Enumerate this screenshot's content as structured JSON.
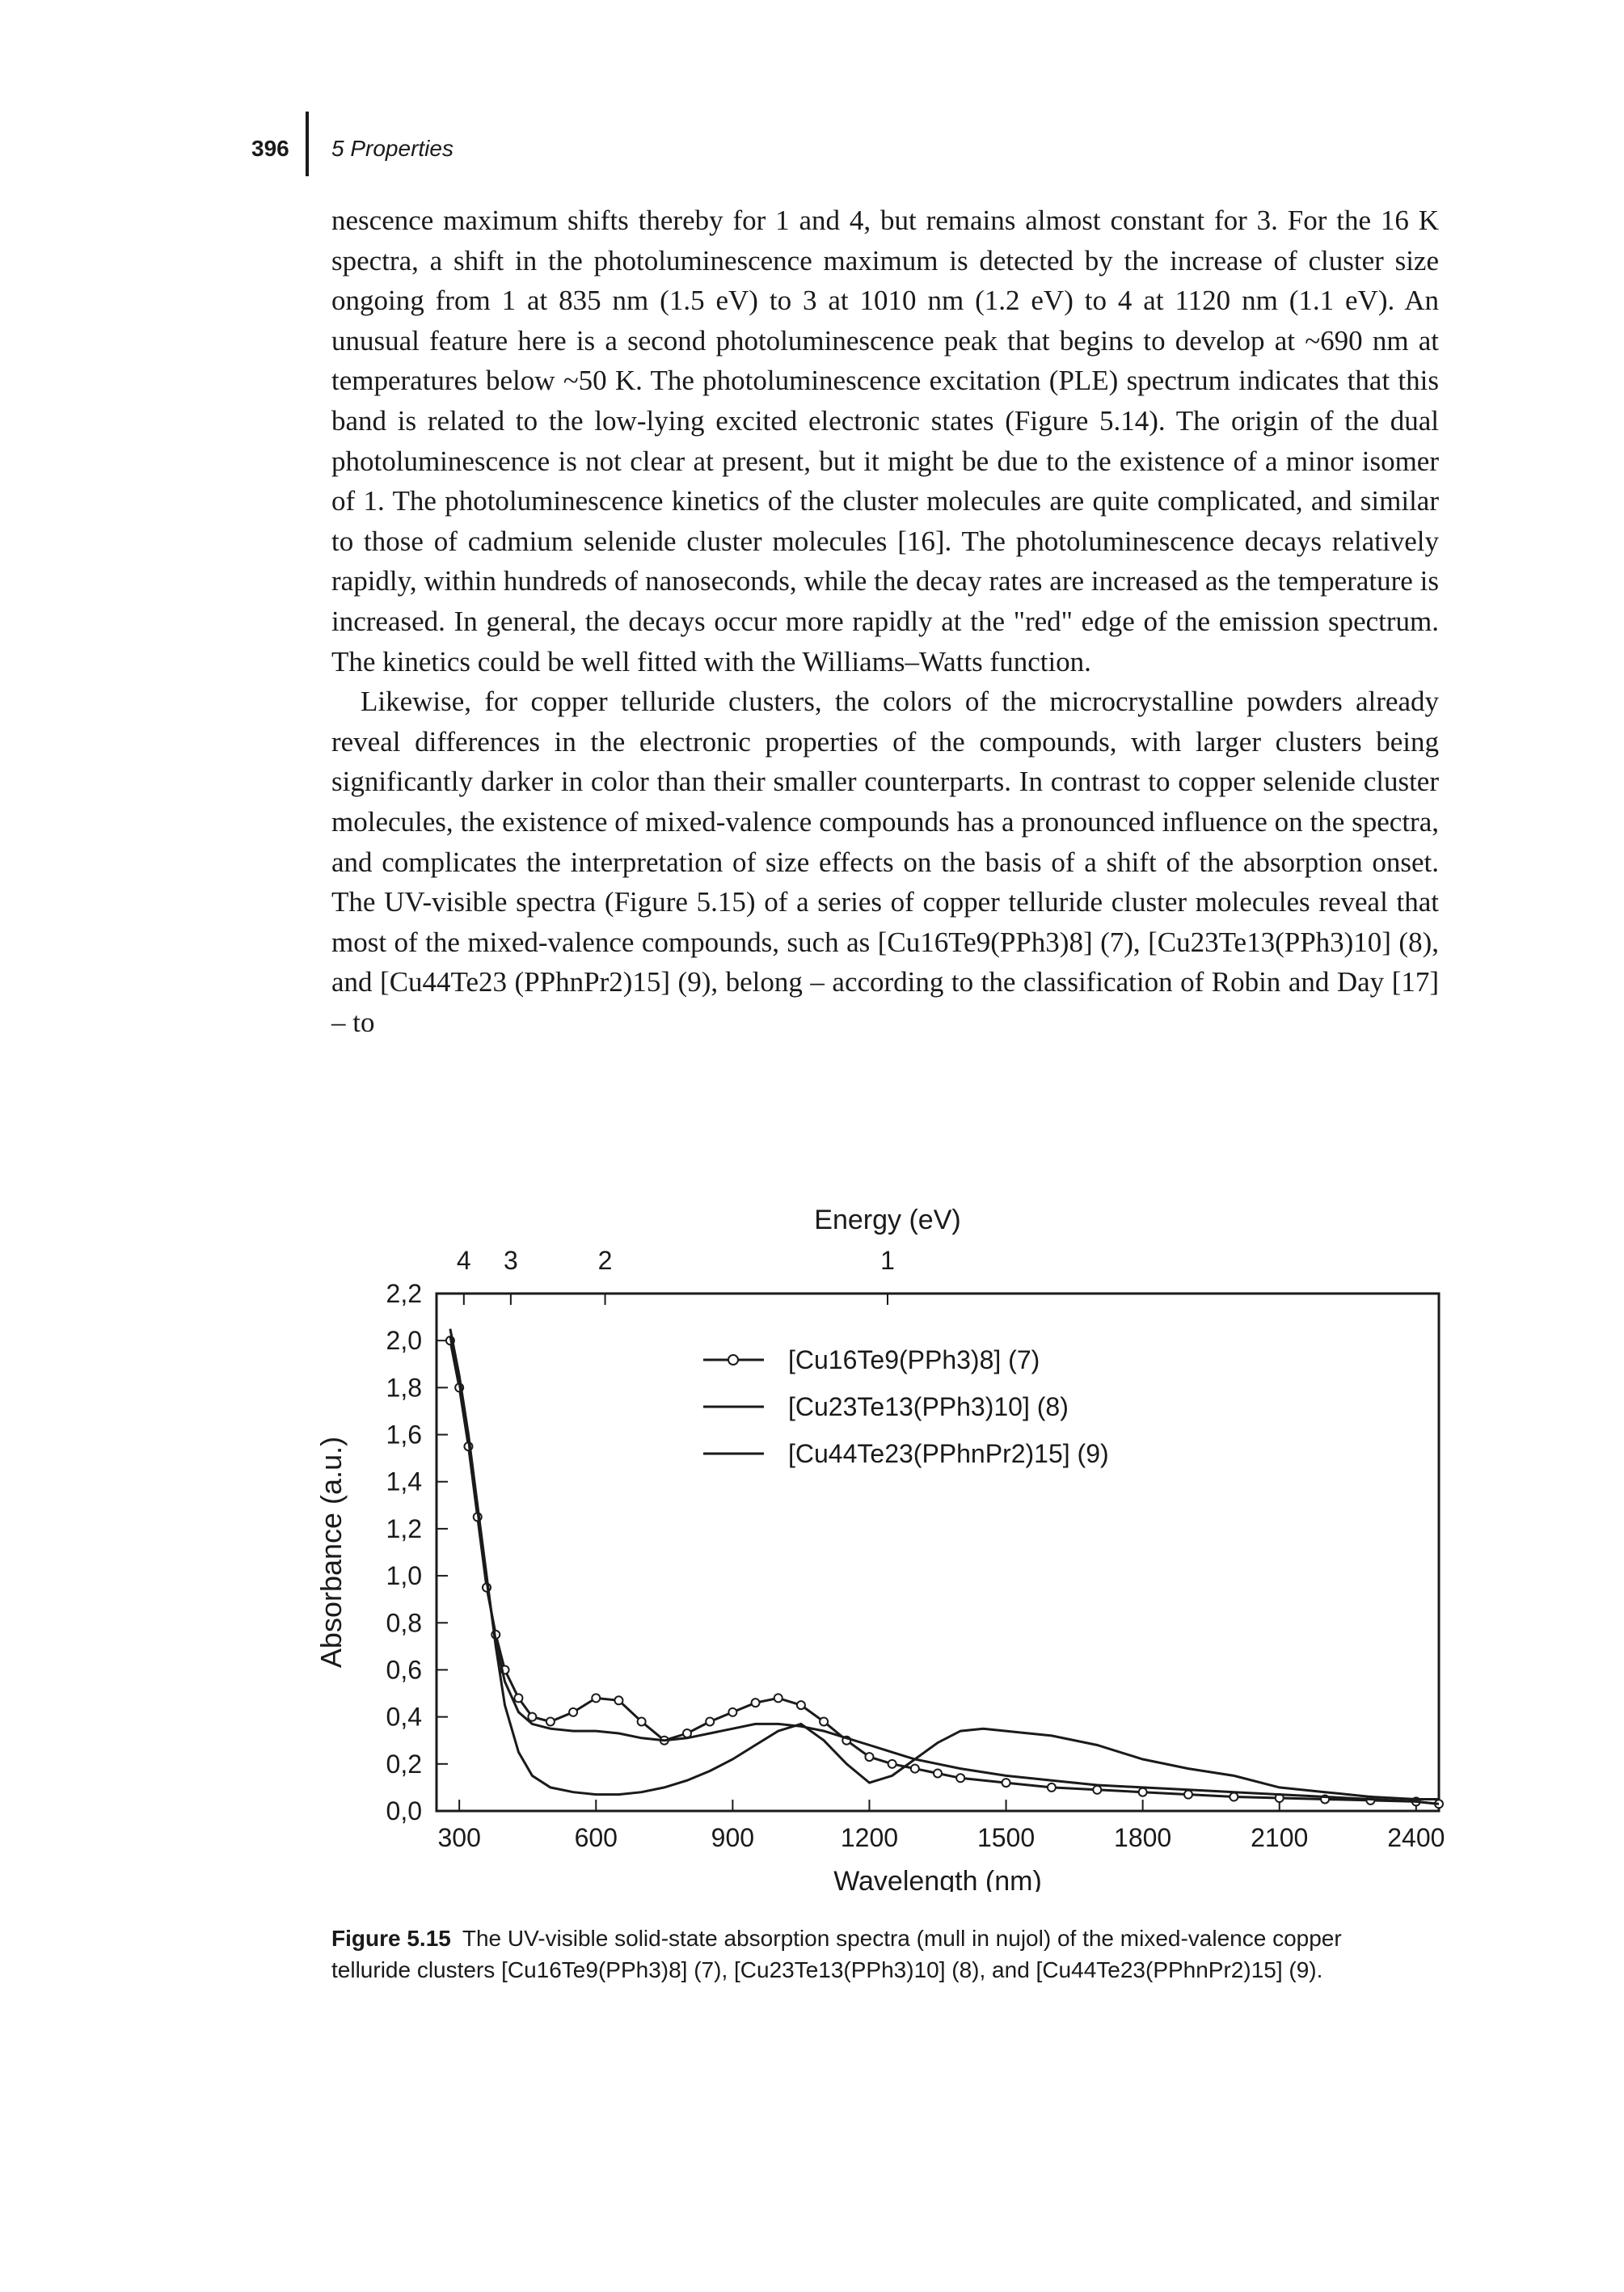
{
  "header": {
    "page_number": "396",
    "chapter": "5 Properties"
  },
  "paragraphs": [
    "nescence maximum shifts thereby for 1 and 4, but remains almost constant for 3. For the 16 K spectra, a shift in the photoluminescence maximum is detected by the increase of cluster size ongoing from 1 at 835 nm (1.5 eV) to 3 at 1010 nm (1.2 eV) to 4 at 1120 nm (1.1 eV). An unusual feature here is a second photoluminescence peak that begins to develop at ~690 nm at temperatures below ~50 K. The photoluminescence excitation (PLE) spectrum indicates that this band is related to the low-lying excited electronic states (Figure 5.14). The origin of the dual photoluminescence is not clear at present, but it might be due to the existence of a minor isomer of 1. The photoluminescence kinetics of the cluster molecules are quite complicated, and similar to those of cadmium selenide cluster molecules [16]. The photoluminescence decays relatively rapidly, within hundreds of nanoseconds, while the decay rates are increased as the temperature is increased. In general, the decays occur more rapidly at the \"red\" edge of the emission spectrum. The kinetics could be well fitted with the Williams–Watts function.",
    "Likewise, for copper telluride clusters, the colors of the microcrystalline powders already reveal differences in the electronic properties of the compounds, with larger clusters being significantly darker in color than their smaller counterparts. In contrast to copper selenide cluster molecules, the existence of mixed-valence compounds has a pronounced influence on the spectra, and complicates the interpretation of size effects on the basis of a shift of the absorption onset. The UV-visible spectra (Figure 5.15) of a series of copper telluride cluster molecules reveal that most of the mixed-valence compounds, such as [Cu16Te9(PPh3)8] (7), [Cu23Te13(PPh3)10] (8), and [Cu44Te23 (PPhnPr2)15] (9), belong – according to the classification of Robin and Day [17] – to"
  ],
  "caption": {
    "label": "Figure 5.15",
    "text": "The UV-visible solid-state absorption spectra (mull in nujol) of the mixed-valence copper telluride clusters [Cu16Te9(PPh3)8] (7), [Cu23Te13(PPh3)10] (8), and [Cu44Te23(PPhnPr2)15] (9)."
  },
  "chart_data": {
    "type": "line",
    "xlabel": "Wavelength (nm)",
    "ylabel": "Absorbance (a.u.)",
    "top_axis_label": "Energy (eV)",
    "top_ticks": [
      "4",
      "3",
      "2",
      "1"
    ],
    "top_tick_positions_nm": [
      310,
      413,
      620,
      1240
    ],
    "xlim": [
      250,
      2450
    ],
    "ylim": [
      0.0,
      2.2
    ],
    "x_ticks": [
      "300",
      "600",
      "900",
      "1200",
      "1500",
      "1800",
      "2100",
      "2400"
    ],
    "y_ticks": [
      "0,0",
      "0,2",
      "0,4",
      "0,6",
      "0,8",
      "1,0",
      "1,2",
      "1,4",
      "1,6",
      "1,8",
      "2,0",
      "2,2"
    ],
    "legend_position": "top-right",
    "series": [
      {
        "name": "[Cu16Te9(PPh3)8] (7)",
        "marker": "circle",
        "x": [
          280,
          300,
          320,
          340,
          360,
          380,
          400,
          430,
          460,
          500,
          550,
          600,
          650,
          700,
          750,
          800,
          850,
          900,
          950,
          1000,
          1050,
          1100,
          1150,
          1200,
          1250,
          1300,
          1350,
          1400,
          1500,
          1600,
          1700,
          1800,
          1900,
          2000,
          2100,
          2200,
          2300,
          2400,
          2450
        ],
        "y": [
          2.0,
          1.8,
          1.55,
          1.25,
          0.95,
          0.75,
          0.6,
          0.48,
          0.4,
          0.38,
          0.42,
          0.48,
          0.47,
          0.38,
          0.3,
          0.33,
          0.38,
          0.42,
          0.46,
          0.48,
          0.45,
          0.38,
          0.3,
          0.23,
          0.2,
          0.18,
          0.16,
          0.14,
          0.12,
          0.1,
          0.09,
          0.08,
          0.07,
          0.06,
          0.055,
          0.05,
          0.045,
          0.04,
          0.03
        ]
      },
      {
        "name": "[Cu23Te13(PPh3)10] (8)",
        "marker": "none",
        "x": [
          280,
          300,
          320,
          340,
          360,
          380,
          400,
          430,
          460,
          500,
          550,
          600,
          650,
          700,
          750,
          800,
          850,
          900,
          950,
          1000,
          1050,
          1100,
          1150,
          1200,
          1250,
          1300,
          1350,
          1400,
          1500,
          1600,
          1700,
          1800,
          1900,
          2000,
          2100,
          2200,
          2300,
          2400,
          2450
        ],
        "y": [
          2.02,
          1.82,
          1.58,
          1.28,
          0.98,
          0.72,
          0.55,
          0.42,
          0.37,
          0.35,
          0.34,
          0.34,
          0.33,
          0.31,
          0.3,
          0.31,
          0.33,
          0.35,
          0.37,
          0.37,
          0.36,
          0.34,
          0.31,
          0.28,
          0.25,
          0.22,
          0.2,
          0.18,
          0.15,
          0.13,
          0.11,
          0.1,
          0.09,
          0.08,
          0.07,
          0.06,
          0.05,
          0.04,
          0.03
        ]
      },
      {
        "name": "[Cu44Te23(PPhnPr2)15] (9)",
        "marker": "none",
        "x": [
          280,
          300,
          320,
          340,
          360,
          380,
          400,
          430,
          460,
          500,
          550,
          600,
          650,
          700,
          750,
          800,
          850,
          900,
          950,
          1000,
          1050,
          1100,
          1150,
          1200,
          1250,
          1300,
          1350,
          1400,
          1450,
          1500,
          1550,
          1600,
          1700,
          1800,
          1900,
          2000,
          2100,
          2200,
          2300,
          2400,
          2450
        ],
        "y": [
          2.05,
          1.85,
          1.6,
          1.3,
          1.0,
          0.7,
          0.45,
          0.25,
          0.15,
          0.1,
          0.08,
          0.07,
          0.07,
          0.08,
          0.1,
          0.13,
          0.17,
          0.22,
          0.28,
          0.34,
          0.37,
          0.3,
          0.2,
          0.12,
          0.15,
          0.22,
          0.29,
          0.34,
          0.35,
          0.34,
          0.33,
          0.32,
          0.28,
          0.22,
          0.18,
          0.15,
          0.1,
          0.08,
          0.06,
          0.05,
          0.05
        ]
      }
    ]
  }
}
